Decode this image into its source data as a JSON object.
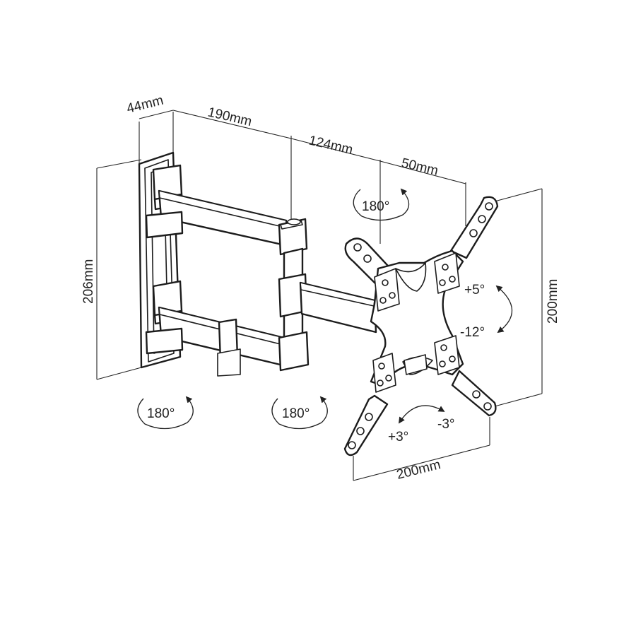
{
  "dimensions": {
    "plate_depth": "44mm",
    "arm_one": "190mm",
    "arm_two": "124mm",
    "head_offset": "50mm",
    "plate_height": "206mm",
    "vesa_height": "200mm",
    "vesa_width": "200mm"
  },
  "rotations": {
    "head_swivel": "180°",
    "wall_swivel": "180°",
    "middle_swivel": "180°",
    "tilt_up": "+5°",
    "tilt_down": "-12°",
    "roll_plus": "+3°",
    "roll_minus": "-3°"
  }
}
